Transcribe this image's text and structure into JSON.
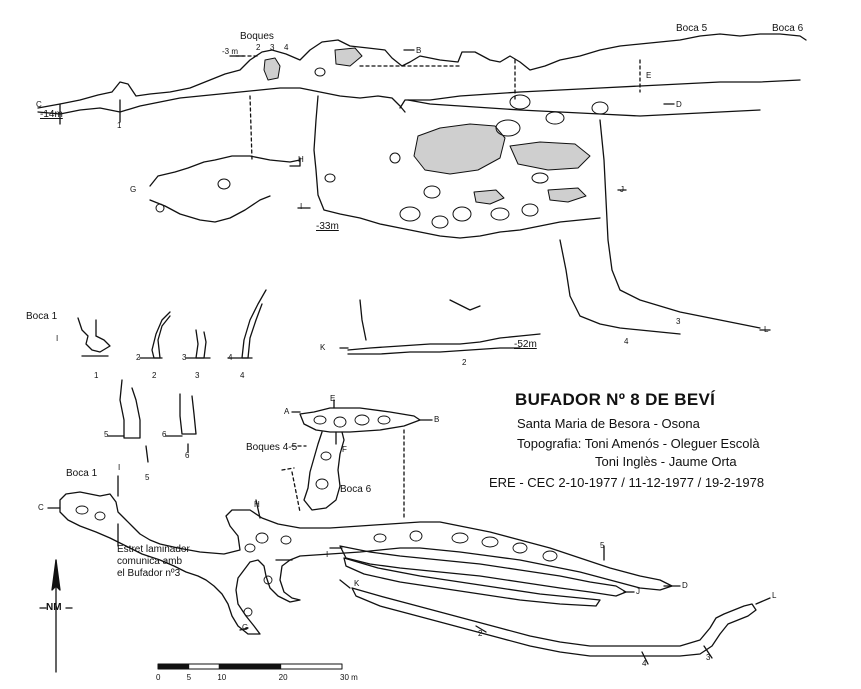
{
  "title": "BUFADOR Nº 8 DE BEVÍ",
  "location": "Santa Maria de Besora - Osona",
  "topography_line1": "Topografia: Toni Amenós - Oleguer Escolà",
  "topography_line2": "Toni Inglès - Jaume Orta",
  "expedition": "ERE - CEC  2-10-1977 / 11-12-1977 / 19-2-1978",
  "profile_labels": {
    "boques": "Boques",
    "boca5": "Boca 5",
    "boca6": "Boca 6",
    "depth_3m": "-3 m",
    "depth_14m": "-14m",
    "depth_33m": "-33m",
    "depth_52m": "-52m",
    "boca1": "Boca 1"
  },
  "plan_labels": {
    "boca1": "Boca 1",
    "boques45": "Boques 4-5",
    "boca6": "Boca 6",
    "note_line1": "Estret laminador",
    "note_line2": "comunica amb",
    "note_line3": "el Bufador nº3"
  },
  "section_letters": {
    "a": "A",
    "b": "B",
    "c": "C",
    "d": "D",
    "e": "E",
    "f": "F",
    "g": "G",
    "h": "H",
    "i": "I",
    "j": "J",
    "k": "K",
    "l": "L"
  },
  "section_numbers": {
    "n1": "1",
    "n2": "2",
    "n3": "3",
    "n4": "4",
    "n5": "5",
    "n6": "6"
  },
  "north": "NM",
  "scale": {
    "unit": "m",
    "ticks": [
      "0",
      "5",
      "10",
      "20",
      "30 m"
    ],
    "tick_values": [
      0,
      5,
      10,
      20,
      30
    ]
  }
}
